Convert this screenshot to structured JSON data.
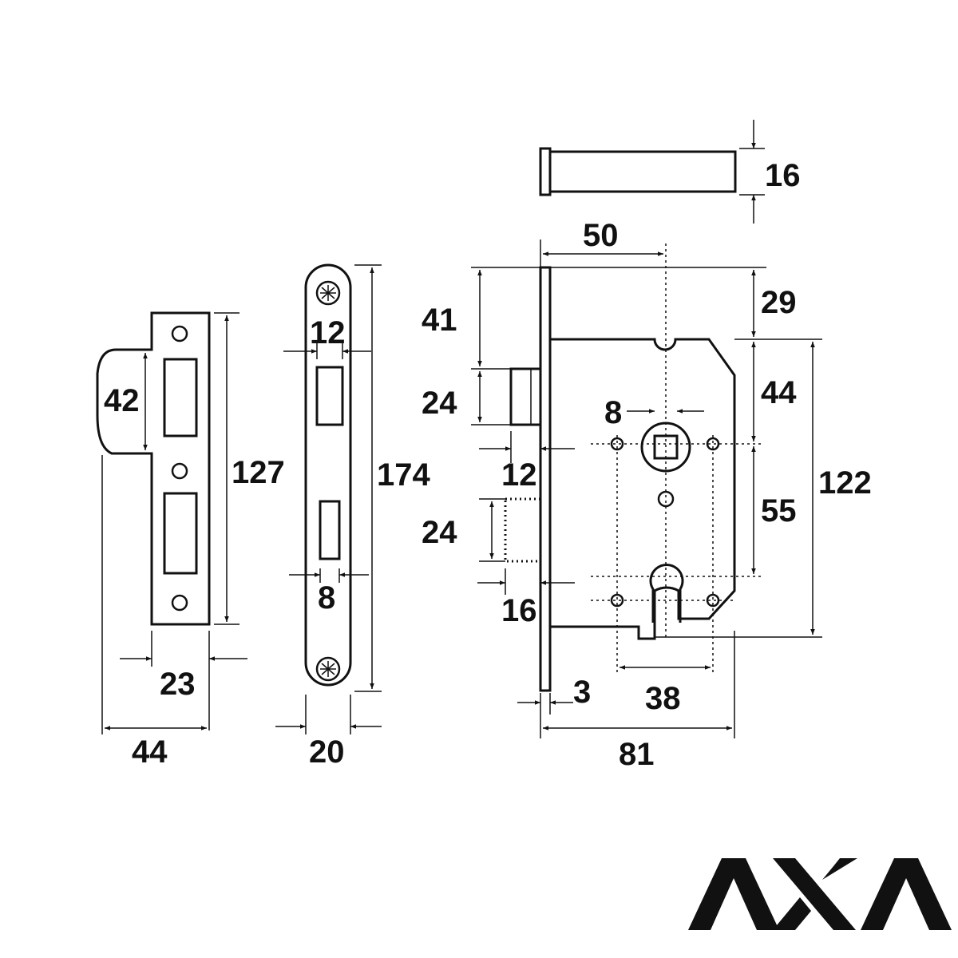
{
  "brand": {
    "name": "AXA"
  },
  "dimensions": {
    "strike_height": "127",
    "strike_lip": "42",
    "strike_width": "23",
    "strike_total_width": "44",
    "forend_height": "174",
    "forend_latch_slot": "12",
    "forend_bolt_slot": "8",
    "forend_width": "20",
    "cylinder_height": "16",
    "backset": "50",
    "top_to_latch": "41",
    "latch_height": "24",
    "latch_projection": "12",
    "bolt_height": "24",
    "bolt_projection": "16",
    "forend_thickness": "3",
    "forend_to_case": "29",
    "case_top_to_follower": "44",
    "follower_square": "8",
    "centre_distance": "55",
    "case_height": "122",
    "fixing_centres": "38",
    "case_depth": "81"
  }
}
